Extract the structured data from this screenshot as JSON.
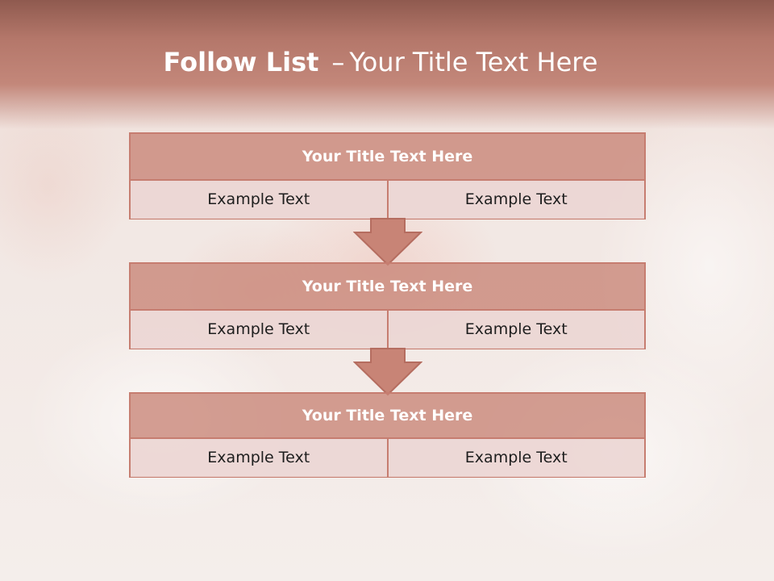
{
  "slide": {
    "title_bold": "Follow List",
    "title_dash": "–",
    "title_rest": "Your Title Text Here"
  },
  "blocks": [
    {
      "title": "Your Title Text Here",
      "left": "Example Text",
      "right": "Example Text"
    },
    {
      "title": "Your Title Text Here",
      "left": "Example Text",
      "right": "Example Text"
    },
    {
      "title": "Your Title Text Here",
      "left": "Example Text",
      "right": "Example Text"
    }
  ],
  "colors": {
    "header": "#b4776a",
    "block_title_fill": "#c88476",
    "block_border": "#c67d70",
    "cell_fill": "#ecd6d4",
    "arrow_fill": "#c88476"
  },
  "icons": [
    "down-arrow-icon",
    "down-arrow-icon"
  ]
}
